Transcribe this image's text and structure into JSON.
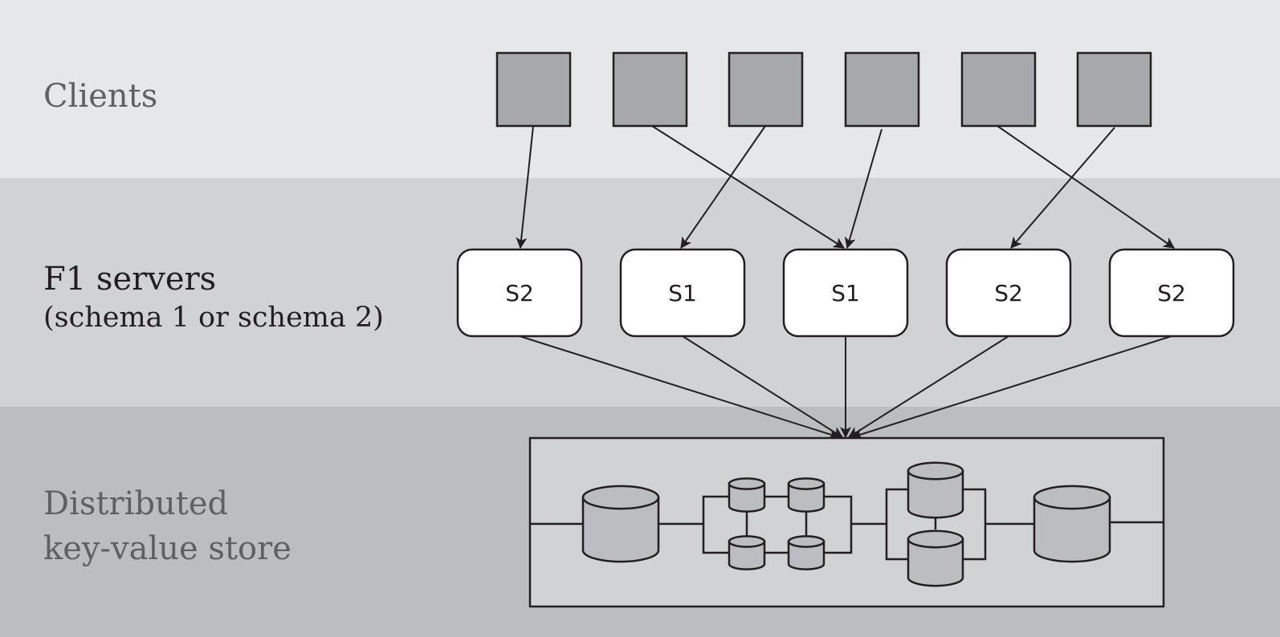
{
  "rows": {
    "clients": {
      "label": "Clients"
    },
    "servers": {
      "label": "F1 servers",
      "sublabel": "(schema 1 or schema 2)"
    },
    "store": {
      "label_line1": "Distributed",
      "label_line2": "key-value store"
    }
  },
  "clients": [
    "client-1",
    "client-2",
    "client-3",
    "client-4",
    "client-5",
    "client-6"
  ],
  "servers": [
    "S2",
    "S1",
    "S1",
    "S2",
    "S2"
  ],
  "client_connections": [
    {
      "client": 0,
      "server": 0
    },
    {
      "client": 1,
      "server": 2
    },
    {
      "client": 2,
      "server": 1
    },
    {
      "client": 3,
      "server": 2
    },
    {
      "client": 4,
      "server": 4
    },
    {
      "client": 5,
      "server": 3
    }
  ],
  "colors": {
    "client_fill": "#a7a8ab",
    "server_fill": "#ffffff",
    "store_fill": "#d1d2d4",
    "db_fill": "#bcbdc0",
    "stroke": "#231f20"
  }
}
